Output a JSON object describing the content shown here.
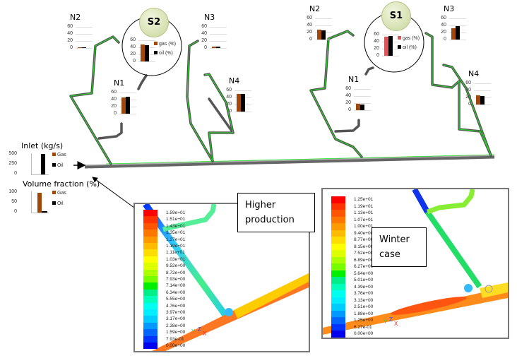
{
  "colors": {
    "gas": "#a0480c",
    "gas_s1": "#d9575a",
    "oil": "#000000",
    "pipe": "#555555",
    "pipe_highlight": "#22dd22"
  },
  "inlet_chart": {
    "title": "Inlet (kg/s)",
    "ticks": [
      "500",
      "250",
      "0"
    ],
    "legend": [
      "Gas",
      "Oil"
    ],
    "ymax": 500,
    "values": {
      "gas": 0,
      "oil": 480
    }
  },
  "volume_chart": {
    "title": "Volume fraction (%)",
    "ticks": [
      "100",
      "50",
      "0"
    ],
    "legend": [
      "Gas",
      "Oil"
    ],
    "ymax": 100,
    "values": {
      "gas": 95,
      "oil": 5
    }
  },
  "left_system": {
    "separator": {
      "label": "S2",
      "legend": [
        "gas (%)",
        "oil (%)"
      ],
      "ticks": [
        "60",
        "40",
        "20",
        "0"
      ],
      "values": {
        "gas": 48,
        "oil": 47
      }
    },
    "nodes": [
      {
        "label": "N2",
        "ticks": [
          "60",
          "40",
          "20",
          "0"
        ],
        "values": {
          "gas": 3,
          "oil": 3
        }
      },
      {
        "label": "N3",
        "ticks": [
          "60",
          "40",
          "20",
          "0"
        ],
        "values": {
          "gas": 4,
          "oil": 4
        }
      },
      {
        "label": "N1",
        "ticks": [
          "60",
          "40",
          "20",
          "0"
        ],
        "values": {
          "gas": 46,
          "oil": 48
        }
      },
      {
        "label": "N4",
        "ticks": [
          "60",
          "40",
          "20",
          "0"
        ],
        "values": {
          "gas": 50,
          "oil": 50
        }
      }
    ]
  },
  "right_system": {
    "separator": {
      "label": "S1",
      "legend": [
        "gas (%)",
        "oil (%)"
      ],
      "ticks": [
        "60",
        "40",
        "20",
        "0"
      ],
      "values": {
        "gas": 54,
        "oil": 56
      }
    },
    "nodes": [
      {
        "label": "N2",
        "ticks": [
          "60",
          "40",
          "20",
          "0"
        ],
        "values": {
          "gas": 28,
          "oil": 26
        }
      },
      {
        "label": "N3",
        "ticks": [
          "60",
          "40",
          "20",
          "0"
        ],
        "values": {
          "gas": 33,
          "oil": 38
        }
      },
      {
        "label": "N1",
        "ticks": [
          "60",
          "40",
          "20",
          "0"
        ],
        "values": {
          "gas": 18,
          "oil": 16
        }
      },
      {
        "label": "N4",
        "ticks": [
          "60",
          "40",
          "20",
          "0"
        ],
        "values": {
          "gas": 26,
          "oil": 24
        }
      }
    ]
  },
  "panels": [
    {
      "callout": "Higher production",
      "legend_labels": [
        "1.59e+01",
        "1.51e+01",
        "1.43e+01",
        "1.35e+01",
        "1.27e+01",
        "1.19e+01",
        "1.11e+01",
        "1.03e+01",
        "9.52e+00",
        "8.72e+00",
        "7.93e+00",
        "7.14e+00",
        "6.34e+00",
        "5.55e+00",
        "4.76e+00",
        "3.97e+00",
        "3.17e+00",
        "2.38e+00",
        "1.59e+00",
        "7.93e-01",
        "0.00e+00"
      ]
    },
    {
      "callout": "Winter case",
      "legend_labels": [
        "1.25e+01",
        "1.19e+01",
        "1.13e+01",
        "1.07e+01",
        "1.00e+01",
        "9.40e+00",
        "8.77e+00",
        "8.15e+00",
        "7.52e+00",
        "6.89e+00",
        "6.27e+00",
        "5.64e+00",
        "5.01e+00",
        "4.39e+00",
        "3.76e+00",
        "3.13e+00",
        "2.51e+00",
        "1.88e+00",
        "1.25e+00",
        "6.27e-01",
        "0.00e+00"
      ]
    }
  ],
  "axis_triad": {
    "y": "Y",
    "z": "Z",
    "x": "X"
  }
}
